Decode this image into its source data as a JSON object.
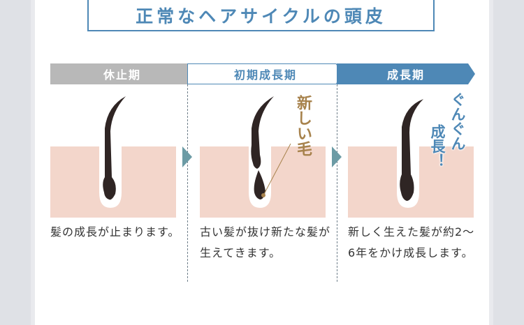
{
  "title": "正常なヘアサイクルの頭皮",
  "colors": {
    "accent": "#4e88b6",
    "rest_band": "#b8b8b8",
    "skin": "#f3d6cb",
    "hair": "#2f2524",
    "new_hair_note": "#a7824c",
    "arrow": "#6c9ba5"
  },
  "stages": [
    {
      "label": "休止期",
      "description": "髪の成長が止まります。"
    },
    {
      "label": "初期成長期",
      "description": "古い髪が抜け新たな髪が生えてきます。"
    },
    {
      "label": "成長期",
      "description": "新しく生えた髪が約2～6年をかけ成長します。"
    }
  ],
  "annotations": {
    "new_hair": "新しい毛",
    "growing_line1": "ぐんぐん",
    "growing_line2": "成長！"
  },
  "icons": [
    "step-arrow-icon",
    "hair-follicle-icon"
  ]
}
